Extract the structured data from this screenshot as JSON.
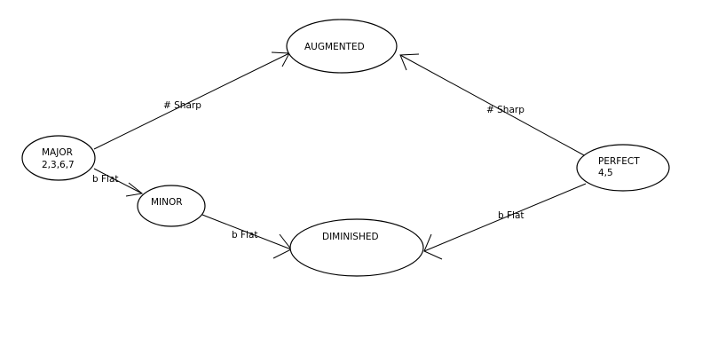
{
  "nodes": {
    "augmented": {
      "label": "AUGMENTED"
    },
    "major": {
      "label": "MAJOR",
      "sublabel": "2,3,6,7"
    },
    "minor": {
      "label": "MINOR"
    },
    "diminished": {
      "label": "DIMINISHED"
    },
    "perfect": {
      "label": "PERFECT",
      "sublabel": "4,5"
    }
  },
  "edges": {
    "major_to_augmented": {
      "label": "# Sharp"
    },
    "perfect_to_augmented": {
      "label": "# Sharp"
    },
    "major_to_minor": {
      "label": "b Flat"
    },
    "minor_to_diminished": {
      "label": "b Flat"
    },
    "perfect_to_diminished": {
      "label": "b Flat"
    }
  }
}
